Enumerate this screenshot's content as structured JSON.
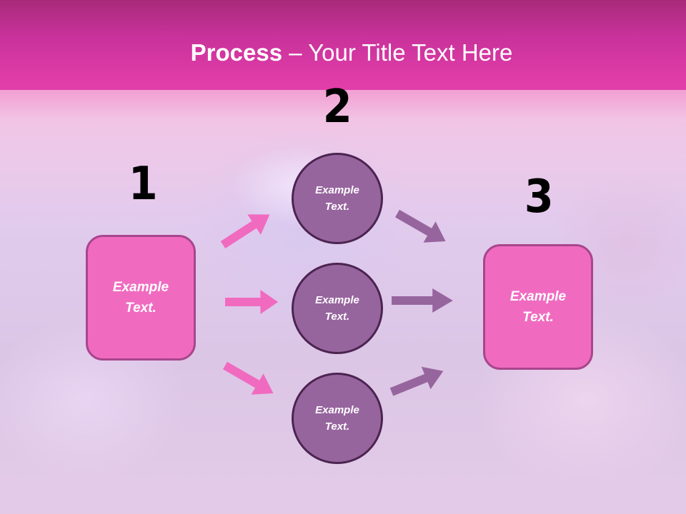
{
  "title": {
    "bold": "Process",
    "rest": " – Your Title Text Here"
  },
  "steps": [
    {
      "number": "1",
      "label_line1": "Example",
      "label_line2": "Text."
    },
    {
      "number": "2",
      "items": [
        {
          "label_line1": "Example",
          "label_line2": "Text."
        },
        {
          "label_line1": "Example",
          "label_line2": "Text."
        },
        {
          "label_line1": "Example",
          "label_line2": "Text."
        }
      ]
    },
    {
      "number": "3",
      "label_line1": "Example",
      "label_line2": "Text."
    }
  ],
  "colors": {
    "header": "#e13fa9",
    "box_fill": "#f06bc0",
    "box_border": "#a8468c",
    "circle_fill": "#97659e",
    "circle_border": "#4b2450",
    "arrow_in": "#f06bc0",
    "arrow_out": "#97659e"
  }
}
